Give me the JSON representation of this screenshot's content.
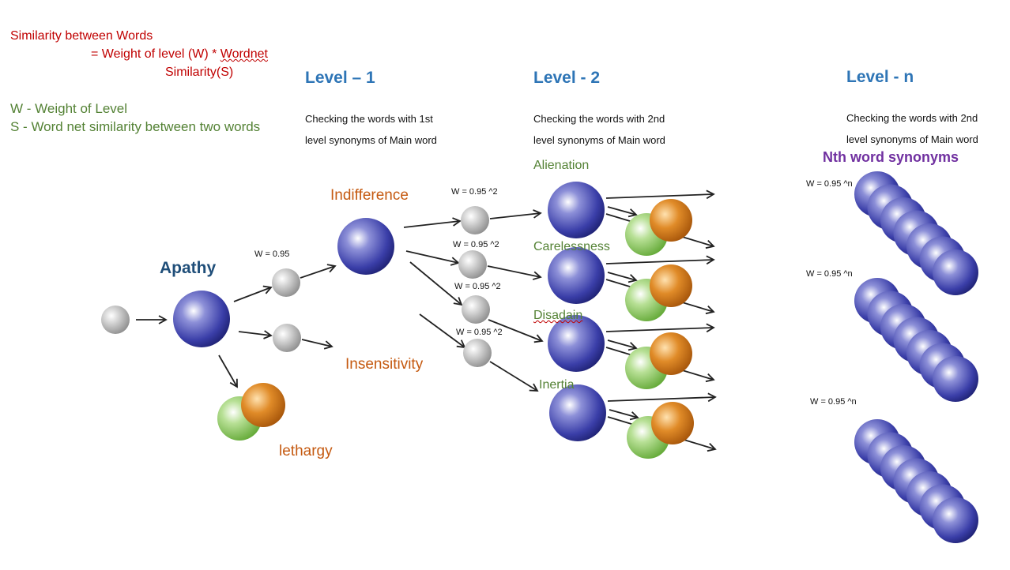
{
  "formula": {
    "line1": "Similarity between Words",
    "line2_prefix": "=   Weight of level (W) * ",
    "line2_word": "Wordnet",
    "line3": "Similarity(S)"
  },
  "legend": {
    "w_line": "W -  Weight of Level",
    "s_line": "S   -  Word net similarity between two words"
  },
  "levels": {
    "level1": {
      "title": "Level – 1",
      "desc1": "Checking the words with 1st",
      "desc2": "level synonyms of Main word"
    },
    "level2": {
      "title": "Level - 2",
      "desc1": "Checking the words with 2nd",
      "desc2": "level synonyms of Main word"
    },
    "leveln": {
      "title": "Level - n",
      "desc1": "Checking the words with 2nd",
      "desc2": "level synonyms of Main word",
      "subtitle": "Nth word synonyms"
    }
  },
  "words": {
    "main": "Apathy",
    "indifference": "Indifference",
    "insensitivity": "Insensitivity",
    "lethargy": "lethargy",
    "alienation": "Alienation",
    "carelessness": "Carelessness",
    "disadain": "Disadain",
    "inertia": "Inertia"
  },
  "weights": {
    "w1": "W = 0.95",
    "w2": "W = 0.95 ^2",
    "wn": "W = 0.95 ^n"
  },
  "colors": {
    "blue_sphere": "#3a3ea8",
    "gray_sphere": "#a8a8a8",
    "green_sphere": "#8cc860",
    "orange_sphere": "#d07818",
    "level_title": "#2e75b6",
    "formula_red": "#c00000",
    "legend_green": "#548235",
    "word_orange": "#c55a11",
    "nth_purple": "#7030a0"
  }
}
